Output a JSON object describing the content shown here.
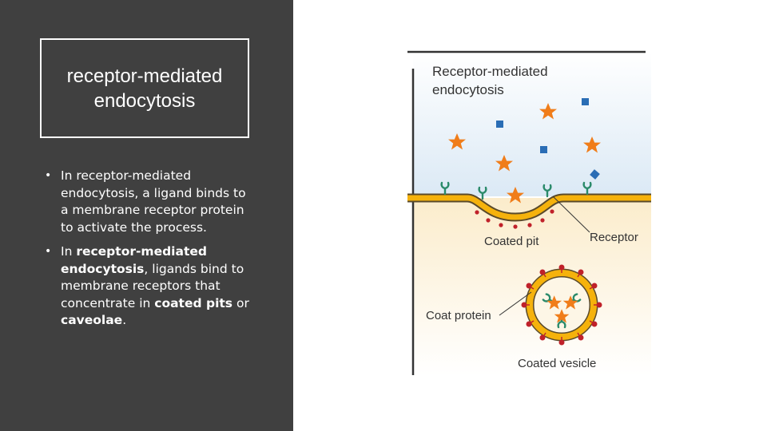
{
  "slide": {
    "title": "receptor-mediated endocytosis",
    "bullets": [
      {
        "parts": [
          {
            "text": "In receptor-mediated endocytosis, a ligand binds to a membrane receptor protein to activate the process.",
            "bold": false
          }
        ]
      },
      {
        "parts": [
          {
            "text": "In ",
            "bold": false
          },
          {
            "text": "receptor-mediated endocytosis",
            "bold": true
          },
          {
            "text": ", ligands bind to membrane receptors that concentrate in ",
            "bold": false
          },
          {
            "text": "coated pits",
            "bold": true
          },
          {
            "text": " or ",
            "bold": false
          },
          {
            "text": "caveolae",
            "bold": true
          },
          {
            "text": ".",
            "bold": false
          }
        ]
      }
    ]
  },
  "figure": {
    "heading_line1": "Receptor-mediated",
    "heading_line2": "endocytosis",
    "label_coated_pit": "Coated pit",
    "label_receptor": "Receptor",
    "label_coat_protein": "Coat protein",
    "label_coated_vesicle": "Coated vesicle"
  },
  "colors": {
    "panel": "#404040",
    "membrane": "#f5b20c",
    "ligand_star": "#f07d1a",
    "ligand_square": "#2a6db5",
    "receptor": "#2a8a6a",
    "coat_protein": "#c0212a"
  }
}
